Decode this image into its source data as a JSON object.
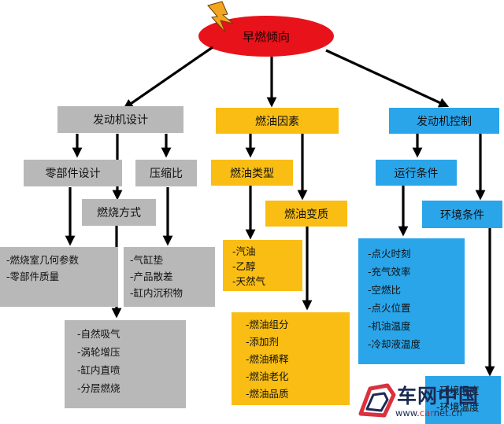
{
  "root": {
    "label": "早燃倾向",
    "color": "#e8121b"
  },
  "branches": [
    {
      "id": "engine-design",
      "label": "发动机设计",
      "color": "#b8b8b8",
      "children": [
        {
          "id": "part-design",
          "label": "零部件设计",
          "items": [
            "-燃烧室几何参数",
            "-零部件质量"
          ]
        },
        {
          "id": "combustion-mode",
          "label": "燃烧方式",
          "items": [
            "-自然吸气",
            "-涡轮增压",
            "-缸内直喷",
            "-分层燃烧"
          ]
        },
        {
          "id": "compression-ratio",
          "label": "压缩比",
          "items": [
            "-气缸垫",
            "-产品散差",
            "-缸内沉积物"
          ]
        }
      ]
    },
    {
      "id": "fuel-factors",
      "label": "燃油因素",
      "color": "#f9bd14",
      "children": [
        {
          "id": "fuel-type",
          "label": "燃油类型",
          "items": [
            "-汽油",
            "-乙醇",
            "-天然气"
          ]
        },
        {
          "id": "fuel-deterioration",
          "label": "燃油变质",
          "items": [
            "-燃油组分",
            "-添加剂",
            "-燃油稀释",
            "-燃油老化",
            "-燃油品质"
          ]
        }
      ]
    },
    {
      "id": "engine-control",
      "label": "发动机控制",
      "color": "#2aa5ea",
      "children": [
        {
          "id": "operating-conditions",
          "label": "运行条件",
          "items": [
            "-点火时刻",
            "-充气效率",
            "-空燃比",
            "-点火位置",
            "-机油温度",
            "-冷却液温度"
          ]
        },
        {
          "id": "environment-conditions",
          "label": "环境条件",
          "items": [
            "-环境湿度",
            "-环境温度"
          ]
        }
      ]
    }
  ],
  "watermark": {
    "name": "车网中国",
    "url_prefix": "www.",
    "url_accent": "car",
    "url_suffix": "net.cn"
  }
}
